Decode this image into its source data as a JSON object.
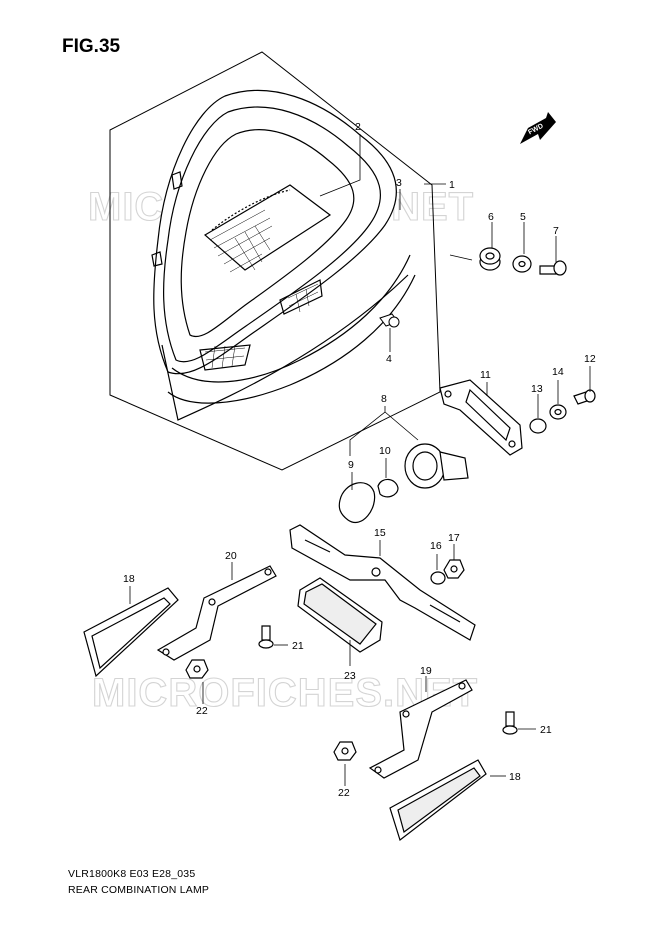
{
  "figure": {
    "title": "FIG.35"
  },
  "watermark": {
    "text": "MICROFICHES.NET"
  },
  "fwd_badge": {
    "text": "FWD"
  },
  "footer": {
    "model_code": "VLR1800K8 E03 E28_035",
    "name": "REAR COMBINATION LAMP"
  },
  "callouts": {
    "c1": "1",
    "c2": "2",
    "c3": "3",
    "c4": "4",
    "c5": "5",
    "c6": "6",
    "c7": "7",
    "c8": "8",
    "c9": "9",
    "c10": "10",
    "c11": "11",
    "c12": "12",
    "c13": "13",
    "c14": "14",
    "c15": "15",
    "c16": "16",
    "c17": "17",
    "c18a": "18",
    "c18b": "18",
    "c19": "19",
    "c20": "20",
    "c21a": "21",
    "c21b": "21",
    "c22a": "22",
    "c22b": "22",
    "c23": "23"
  }
}
